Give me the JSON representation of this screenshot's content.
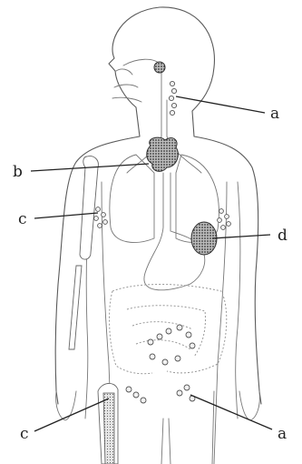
{
  "labels": {
    "a_neck": "a",
    "b": "b",
    "c_arm": "c",
    "d": "d",
    "c_leg": "c",
    "a_groin": "a"
  }
}
